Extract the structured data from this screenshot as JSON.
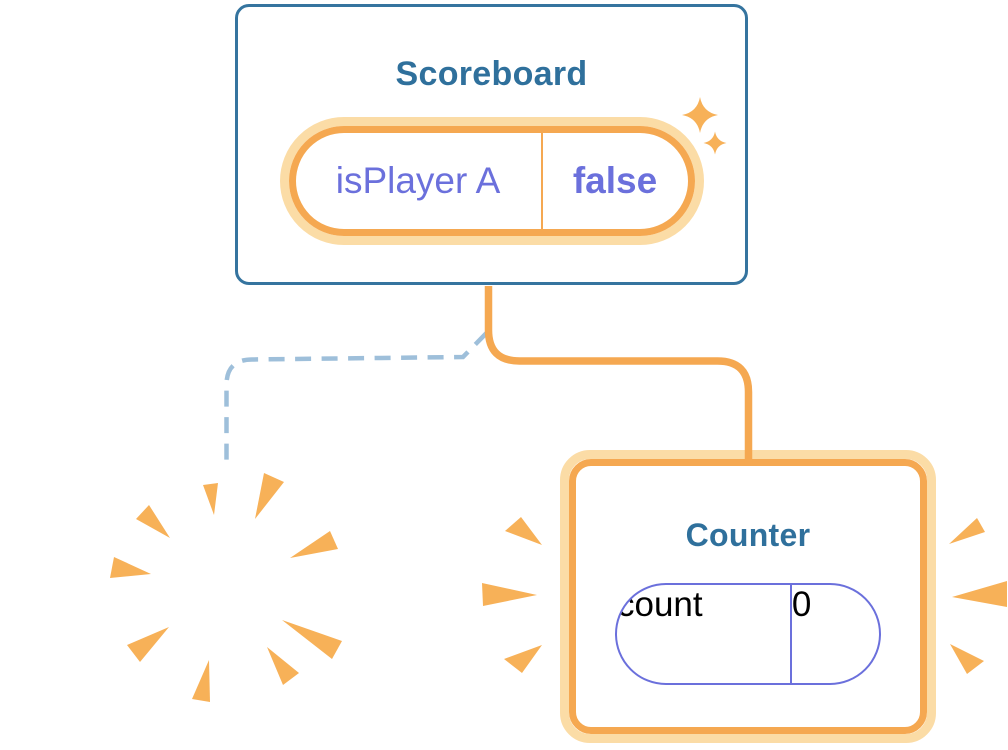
{
  "diagram": {
    "scoreboard": {
      "title": "Scoreboard",
      "state": {
        "name": "isPlayer A",
        "value": "false"
      }
    },
    "counter": {
      "title": "Counter",
      "state": {
        "name": "count",
        "value": "0"
      }
    }
  },
  "icons": {
    "sparkle": "sparkle-icon",
    "burst": "burst-icon",
    "emphasis_left": "emphasis-marks-left-icon",
    "emphasis_right": "emphasis-marks-right-icon"
  },
  "colors": {
    "canvas_bg": "#FFFFFF",
    "card_border_blue": "#35749F",
    "title_teal": "#2F709C",
    "state_purple": "#6B70DC",
    "orange": "#F5A851",
    "orange_halo": "#FBDCA6",
    "orange_burst": "#F7B158",
    "dashed_blue": "#9EBFDA"
  }
}
